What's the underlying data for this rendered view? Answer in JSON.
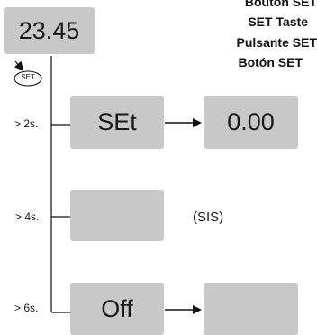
{
  "main_display": "23.45",
  "button": {
    "icon_label": "SET",
    "names": [
      "Bouton SET",
      "SET Taste",
      "Pulsante SET",
      "Botón SET"
    ]
  },
  "steps": [
    {
      "time": "> 2s.",
      "display": "SEt",
      "result": "0.00"
    },
    {
      "time": "> 4s.",
      "display": "",
      "note": "(SIS)"
    },
    {
      "time": "> 6s.",
      "display": "Off",
      "result": ""
    }
  ]
}
